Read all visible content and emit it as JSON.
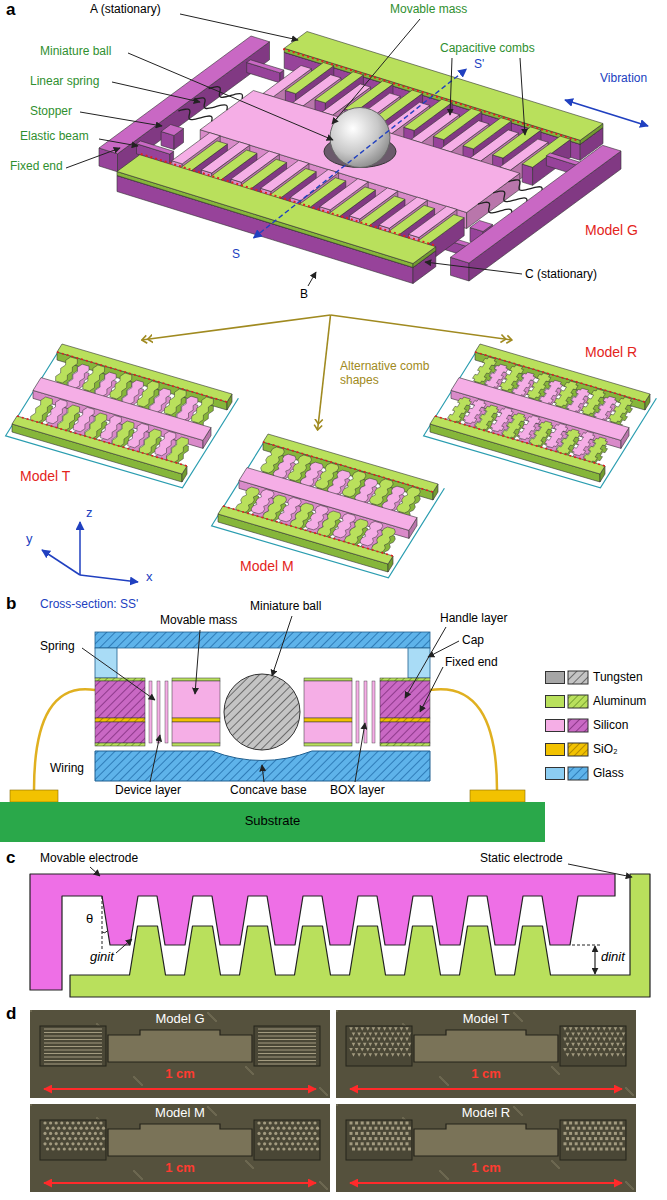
{
  "diagram": {
    "nodes": [
      {
        "text": [
          "Model G"
        ]
      },
      {
        "text": [
          "Model T"
        ]
      },
      {
        "text": [
          "Model M"
        ]
      },
      {
        "text": [
          "Model R"
        ]
      },
      {
        "text": [
          "Substrate"
        ]
      },
      {
        "text": [
          "Model G",
          "1 cm"
        ]
      },
      {
        "text": [
          "Model T",
          "1 cm"
        ]
      },
      {
        "text": [
          "Model M",
          "1 cm"
        ]
      },
      {
        "text": [
          "Model R",
          "1 cm"
        ]
      }
    ],
    "edges": [
      {
        "from": 0,
        "to": 1,
        "arrow": "to"
      },
      {
        "from": 0,
        "to": 2,
        "arrow": "to"
      },
      {
        "from": 0,
        "to": 3,
        "arrow": "to"
      }
    ],
    "labels": [
      "a",
      "A (stationary)",
      "Movable mass",
      "S'",
      "Miniature ball",
      "Capacitive combs",
      "Linear spring",
      "Stopper",
      "Vibration",
      "Elastic beam",
      "Fixed end",
      "C (stationary)",
      "S",
      "B",
      "Alternative comb shapes",
      "z",
      "y",
      "x",
      "b",
      "Cross-section: SS'",
      "Miniature ball",
      "Movable mass",
      "Handle layer",
      "Spring",
      "Cap",
      "Fixed end",
      "Wiring",
      "Device layer",
      "Concave base",
      "BOX layer",
      "c",
      "Movable electrode",
      "Static electrode",
      "θ",
      "ginit",
      "dinit",
      "d"
    ],
    "legend": [
      {
        "text": "Tungsten",
        "color": "#a6a6a6"
      },
      {
        "text": "Aluminum",
        "color": "#b9e05c"
      },
      {
        "text": "Silicon",
        "color": "#f5aee6"
      },
      {
        "text": "SiO₂",
        "color": "#f2c200"
      },
      {
        "text": "Glass",
        "color": "#8ccdf2"
      }
    ]
  }
}
